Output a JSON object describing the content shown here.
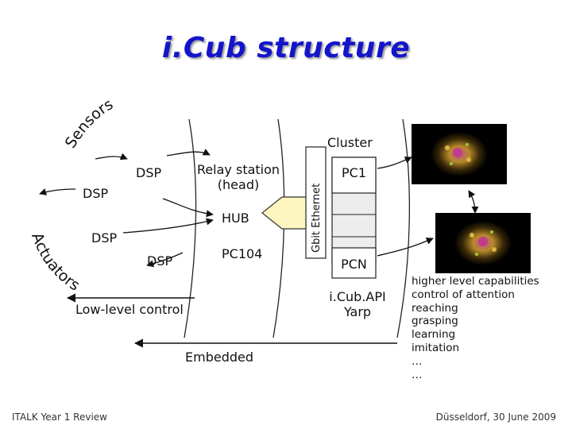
{
  "title": "i.Cub structure",
  "labels": {
    "sensors": "Sensors",
    "actuators": "Actuators",
    "dsp": "DSP",
    "relay_station": "Relay station",
    "relay_station_sub": "(head)",
    "hub": "HUB",
    "pc104": "PC104",
    "gbit_ethernet": "Gbit Ethernet",
    "cluster": "Cluster",
    "pc1": "PC1",
    "pcn": "PCN",
    "icub_api": "i.Cub.API",
    "yarp": "Yarp",
    "low_level_control": "Low-level control",
    "embedded": "Embedded"
  },
  "capabilities": [
    "higher level capabilities",
    "control of attention",
    "reaching",
    "grasping",
    "learning",
    "imitation",
    "…",
    "…"
  ],
  "footer": {
    "left": "ITALK Year 1 Review",
    "right": "Düsseldorf, 30 June 2009"
  },
  "colors": {
    "title": "#1414cc",
    "hub_arrow": "#fdf6bf",
    "cluster_cell": "#ededed"
  }
}
